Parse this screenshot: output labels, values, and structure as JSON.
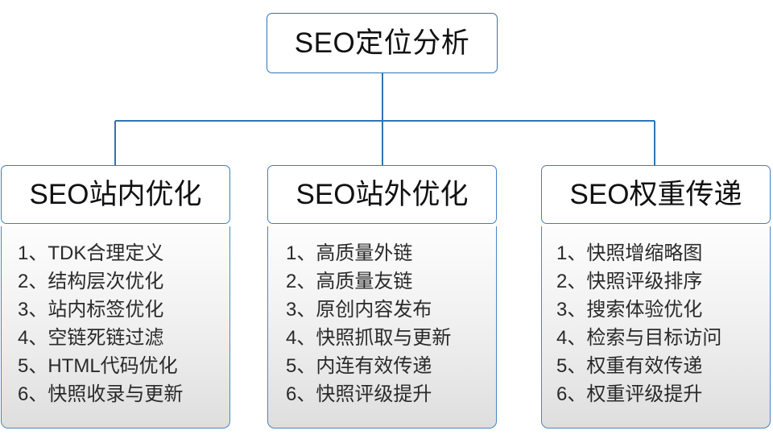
{
  "diagram": {
    "type": "tree-hierarchy",
    "root": {
      "label": "SEO定位分析"
    },
    "branches": [
      {
        "header": "SEO站内优化",
        "items": [
          "1、TDK合理定义",
          "2、结构层次优化",
          "3、站内标签优化",
          "4、空链死链过滤",
          "5、HTML代码优化",
          "6、快照收录与更新"
        ]
      },
      {
        "header": "SEO站外优化",
        "items": [
          "1、高质量外链",
          "2、高质量友链",
          "3、原创内容发布",
          "4、快照抓取与更新",
          "5、内连有效传递",
          "6、快照评级提升"
        ]
      },
      {
        "header": "SEO权重传递",
        "items": [
          "1、快照增缩略图",
          "2、快照评级排序",
          "3、搜索体验优化",
          "4、检索与目标访问",
          "5、权重有效传递",
          "6、权重评级提升"
        ]
      }
    ],
    "colors": {
      "connector": "#2e75b6",
      "root_border": "#2e75b6",
      "header_border": "#3e7fc1",
      "body_border": "#4a86c5",
      "body_background_top": "#fdfdfd",
      "body_background_bottom": "#dedede",
      "text": "#111111",
      "item_text": "#2a2a2a",
      "page_background": "#ffffff"
    }
  }
}
